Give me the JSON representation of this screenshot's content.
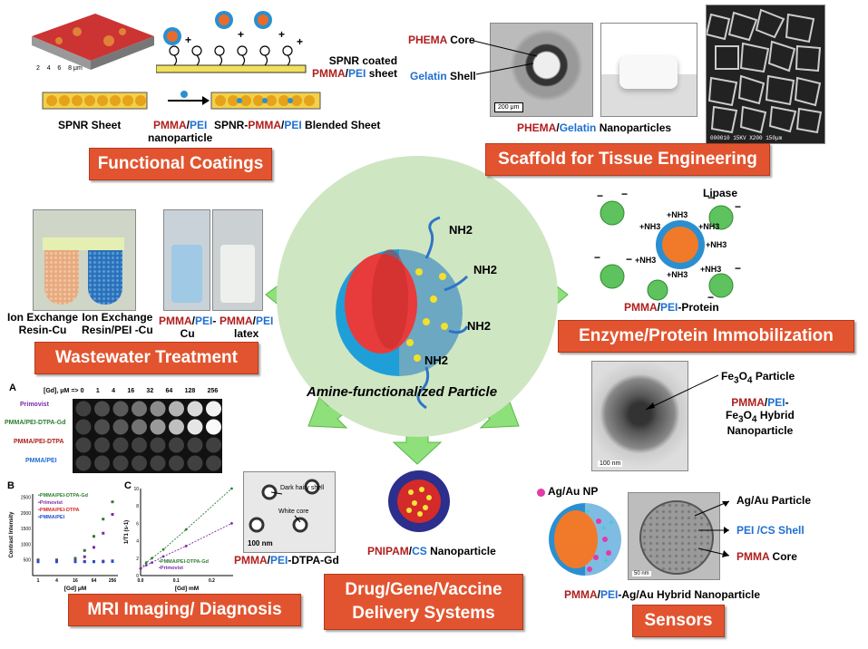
{
  "center": {
    "caption": "Amine-functionalized Particle",
    "nh2": "NH2"
  },
  "functional_coatings": {
    "banner": "Functional Coatings",
    "spnr_coated_1": "SPNR coated",
    "spnr_coated_2_a": "PMMA",
    "spnr_coated_2_sep": "/",
    "spnr_coated_2_b": "PEI",
    "spnr_coated_2_c": " sheet",
    "spnr_sheet": "SPNR Sheet",
    "np_a": "PMMA",
    "np_sep": "/",
    "np_b": "PEI",
    "np_c": "nanoparticle",
    "blend_a": "SPNR-",
    "blend_b": "PMMA",
    "blend_sep": "/",
    "blend_c": "PEI",
    "blend_d": " Blended Sheet",
    "axis_ticks": [
      "2",
      "4",
      "6",
      "8"
    ],
    "axis_unit": "μm"
  },
  "scaffold": {
    "banner": "Scaffold for Tissue Engineering",
    "core_a": "PHEMA",
    "core_b": " Core",
    "shell_a": "Gelatin",
    "shell_b": " Shell",
    "np_a": "PHEMA",
    "np_sep": "/",
    "np_b": "Gelatin",
    "np_c": " Nanoparticles",
    "scale": "200 μm",
    "sem_footer": "000010  15KV   X200    150μm"
  },
  "enzyme": {
    "banner": "Enzyme/Protein Immobilization",
    "lipase": "Lipase",
    "label_a": "PMMA",
    "label_sep": "/",
    "label_b": "PEI",
    "label_c": "-Protein",
    "nh3": "NH3"
  },
  "wastewater": {
    "banner": "Wastewater Treatment",
    "resin_cu_1": "Ion Exchange",
    "resin_cu_2": "Resin-Cu",
    "resin_pei_1": "Ion Exchange",
    "resin_pei_2": "Resin/PEI -Cu",
    "cu_a": "PMMA",
    "cu_sep": "/",
    "cu_b": "PEI",
    "cu_c": "-",
    "cu_d": "Cu",
    "latex_a": "PMMA",
    "latex_sep": "/",
    "latex_b": "PEI",
    "latex_c": "latex"
  },
  "fe3o4": {
    "particle": "Fe3O4 Particle",
    "hybrid_a": "PMMA",
    "hybrid_sep": "/",
    "hybrid_b": "PEI",
    "hybrid_c": "-",
    "hybrid_d": "Fe3O4 Hybrid",
    "hybrid_e": "Nanoparticle",
    "scale": "100 nm"
  },
  "mri": {
    "banner": "MRI Imaging/ Diagnosis",
    "panel_a": "A",
    "gd_header": "[Gd], μM =>",
    "gd_columns": [
      "0",
      "1",
      "4",
      "16",
      "32",
      "64",
      "128",
      "256"
    ],
    "rows": [
      "Primovist",
      "PMMA/PEI-DTPA-Gd",
      "PMMA/PEI-DTPA",
      "PMMA/PEI"
    ],
    "panel_b": "B",
    "b_legend": [
      "PMMA/PEI-DTPA-Gd",
      "Primovist",
      "PMMA/PEI-DTPA",
      "PMMA/PEI"
    ],
    "b_ylabel": "Contrast Intensity",
    "b_xlabel": "[Gd] μM",
    "b_xticks": [
      "1",
      "4",
      "16",
      "64",
      "256"
    ],
    "b_yticks": [
      "500",
      "1000",
      "1500",
      "2000",
      "2500"
    ],
    "panel_c": "C",
    "c_ylabel": "1/T1 (s-1)",
    "c_xlabel": "[Gd] mM",
    "c_xticks": [
      "0.0",
      "0.1",
      "0.2"
    ],
    "c_yticks": [
      "0",
      "2",
      "4",
      "6",
      "8",
      "10"
    ],
    "c_legend": [
      "PMMA/PEI-DTPA-Gd",
      "Primovist"
    ],
    "tem_shell": "Dark hairy shell",
    "tem_core": "White core",
    "tem_scale": "100 nm",
    "gd_a": "PMMA",
    "gd_sep": "/",
    "gd_b": "PEI",
    "gd_c": "-DTPA-Gd"
  },
  "drug": {
    "banner_1": "Drug/Gene/Vaccine",
    "banner_2": "Delivery Systems",
    "label_a": "PNIPAM",
    "label_sep": "/",
    "label_b": "CS",
    "label_c": " Nanoparticle"
  },
  "sensors": {
    "banner": "Sensors",
    "agau_np": "Ag/Au NP",
    "agau_particle": "Ag/Au Particle",
    "shell_a": "PEI",
    "shell_b": " /CS",
    "shell_c": " Shell",
    "core_a": "PMMA",
    "core_b": " Core",
    "label_a": "PMMA",
    "label_sep": "/",
    "label_b": "PEI",
    "label_c": "-Ag/Au Hybrid Nanoparticle",
    "scale": "50 nm"
  },
  "colors": {
    "banner": "#e2542f",
    "circle": "#cfe6c3",
    "arrow": "#8ee07a",
    "red_text": "#b01e1e",
    "blue_text": "#1f6fd1"
  },
  "chart_data": [
    {
      "type": "scatter",
      "panel": "B",
      "xlabel": "[Gd] μM",
      "ylabel": "Contrast Intensity",
      "x": [
        1,
        4,
        16,
        32,
        64,
        128,
        256
      ],
      "series": [
        {
          "name": "PMMA/PEI-DTPA-Gd",
          "values": [
            500,
            500,
            550,
            800,
            1250,
            1800,
            2350
          ]
        },
        {
          "name": "Primovist",
          "values": [
            480,
            480,
            480,
            600,
            900,
            1350,
            1950
          ]
        },
        {
          "name": "PMMA/PEI-DTPA",
          "values": [
            450,
            450,
            450,
            450,
            450,
            460,
            470
          ]
        },
        {
          "name": "PMMA/PEI",
          "values": [
            440,
            440,
            440,
            440,
            440,
            440,
            450
          ]
        }
      ]
    },
    {
      "type": "line",
      "panel": "C",
      "xlabel": "[Gd] mM",
      "ylabel": "1/T1 (s-1)",
      "xlim": [
        0,
        0.26
      ],
      "ylim": [
        0,
        10
      ],
      "series": [
        {
          "name": "PMMA/PEI-DTPA-Gd",
          "x": [
            0.0,
            0.016,
            0.032,
            0.064,
            0.128,
            0.256
          ],
          "values": [
            0.8,
            1.5,
            2.0,
            3.0,
            5.3,
            10.0
          ]
        },
        {
          "name": "Primovist",
          "x": [
            0.0,
            0.016,
            0.032,
            0.064,
            0.128,
            0.256
          ],
          "values": [
            0.8,
            1.2,
            1.5,
            2.2,
            3.4,
            6.0
          ]
        }
      ]
    }
  ]
}
